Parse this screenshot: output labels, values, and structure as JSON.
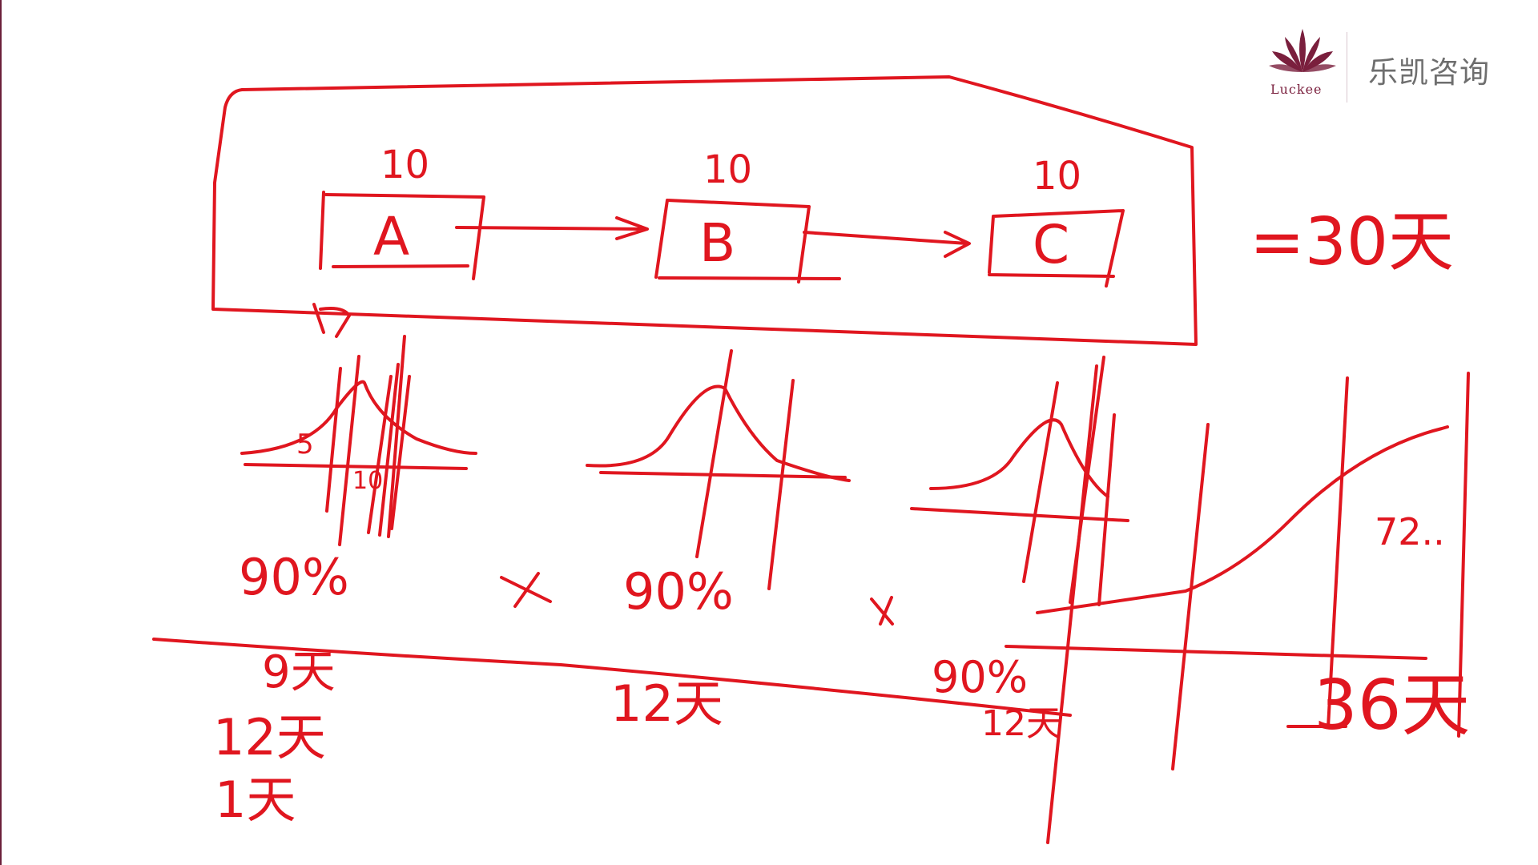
{
  "logo": {
    "wordmark": "Luckee",
    "company_name": "乐凯咨询",
    "brand_color": "#7a1f3d"
  },
  "ink_color": "#e0161f",
  "tasks": [
    {
      "label": "A",
      "duration": "10"
    },
    {
      "label": "B",
      "duration": "10"
    },
    {
      "label": "C",
      "duration": "10"
    }
  ],
  "total_estimate": "=30天",
  "multiply_sign": "×",
  "chain_probability": "72..",
  "estimates": {
    "a_probability": "90%",
    "a_estimate": "12天",
    "b_probability": "90%",
    "b_estimate": "12天",
    "c_probability": "90%",
    "c_estimate": "12天",
    "chain_estimate": "36天"
  },
  "side_notes": {
    "under_a": "9天",
    "list_1": "12天",
    "list_2": "1天",
    "in_a_curve": "10",
    "left_of_a_peak": "5"
  }
}
